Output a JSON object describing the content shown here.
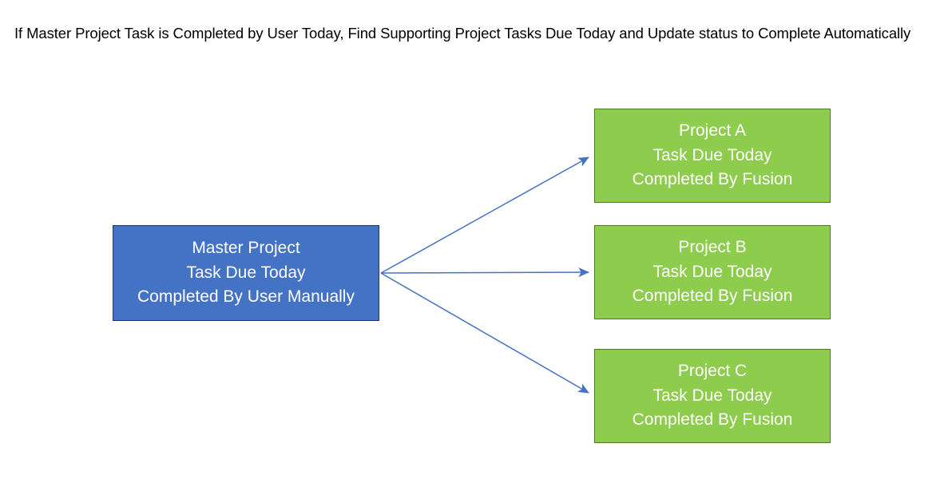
{
  "title": "If Master Project Task is Completed by User Today, Find Supporting Project Tasks Due Today and Update status to Complete Automatically",
  "colors": {
    "master_fill": "#4472C4",
    "master_border": "#1F3864",
    "project_fill": "#8ECC4D",
    "project_border": "#4E7A22",
    "arrow": "#4472C4",
    "node_text": "#FFFFFF",
    "title_text": "#000000",
    "background": "#FFFFFF"
  },
  "nodes": {
    "master": {
      "id": "master-project",
      "line1": "Master Project",
      "line2": "Task Due Today",
      "line3": "Completed By User Manually"
    },
    "projects": [
      {
        "id": "project-a",
        "line1": "Project A",
        "line2": "Task Due Today",
        "line3": "Completed By Fusion"
      },
      {
        "id": "project-b",
        "line1": "Project B",
        "line2": "Task Due Today",
        "line3": "Completed By Fusion"
      },
      {
        "id": "project-c",
        "line1": "Project C",
        "line2": "Task Due Today",
        "line3": "Completed By Fusion"
      }
    ]
  },
  "connectors": [
    {
      "id": "arrow-master-to-project-a",
      "from": "master-project",
      "to": "project-a",
      "style": "straight-arrow"
    },
    {
      "id": "arrow-master-to-project-b",
      "from": "master-project",
      "to": "project-b",
      "style": "straight-arrow"
    },
    {
      "id": "arrow-master-to-project-c",
      "from": "master-project",
      "to": "project-c",
      "style": "straight-arrow"
    }
  ]
}
